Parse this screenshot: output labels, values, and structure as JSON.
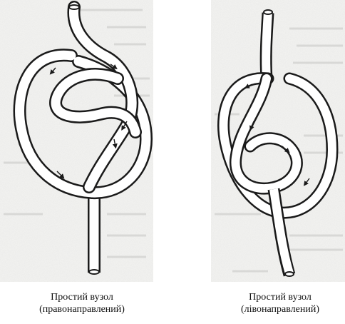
{
  "knots": [
    {
      "title": "Простий вузол",
      "subtitle": "(правонаправлений)"
    },
    {
      "title": "Простий вузол",
      "subtitle": "(лівонаправлений)"
    }
  ],
  "colors": {
    "rope_outline": "#1a1a1a",
    "rope_fill": "#ffffff",
    "page_background": "#ffffff"
  },
  "icons": [
    "arrow-icon"
  ]
}
